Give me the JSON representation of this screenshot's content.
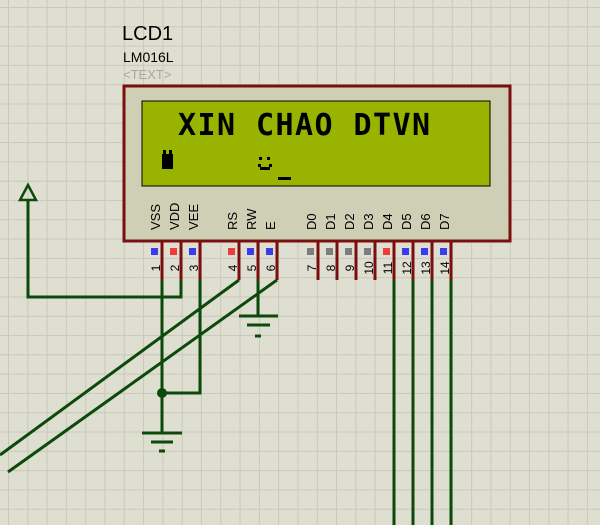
{
  "component": {
    "ref": "LCD1",
    "model": "LM016L",
    "text_placeholder": "<TEXT>"
  },
  "display": {
    "line1": "XIN CHAO DTVN",
    "line2_glyphs": [
      "battery-glyph",
      "smiley-glyph",
      "cursor"
    ]
  },
  "pins": [
    {
      "num": "1",
      "name": "VSS",
      "state": "low"
    },
    {
      "num": "2",
      "name": "VDD",
      "state": "high"
    },
    {
      "num": "3",
      "name": "VEE",
      "state": "low"
    },
    {
      "num": "4",
      "name": "RS",
      "state": "high"
    },
    {
      "num": "5",
      "name": "RW",
      "state": "low"
    },
    {
      "num": "6",
      "name": "E",
      "state": "low"
    },
    {
      "num": "7",
      "name": "D0",
      "state": "floating"
    },
    {
      "num": "8",
      "name": "D1",
      "state": "floating"
    },
    {
      "num": "9",
      "name": "D2",
      "state": "floating"
    },
    {
      "num": "10",
      "name": "D3",
      "state": "floating"
    },
    {
      "num": "11",
      "name": "D4",
      "state": "high"
    },
    {
      "num": "12",
      "name": "D5",
      "state": "low"
    },
    {
      "num": "13",
      "name": "D6",
      "state": "low"
    },
    {
      "num": "14",
      "name": "D7",
      "state": "low"
    }
  ],
  "colors": {
    "wire": "#0b4a0b",
    "body": "#cfcfb6",
    "border": "#7a0f0f",
    "lcd": "#98b300",
    "high": "#ef3b3b",
    "low": "#3b3bef",
    "floating": "#7d7d7d"
  }
}
